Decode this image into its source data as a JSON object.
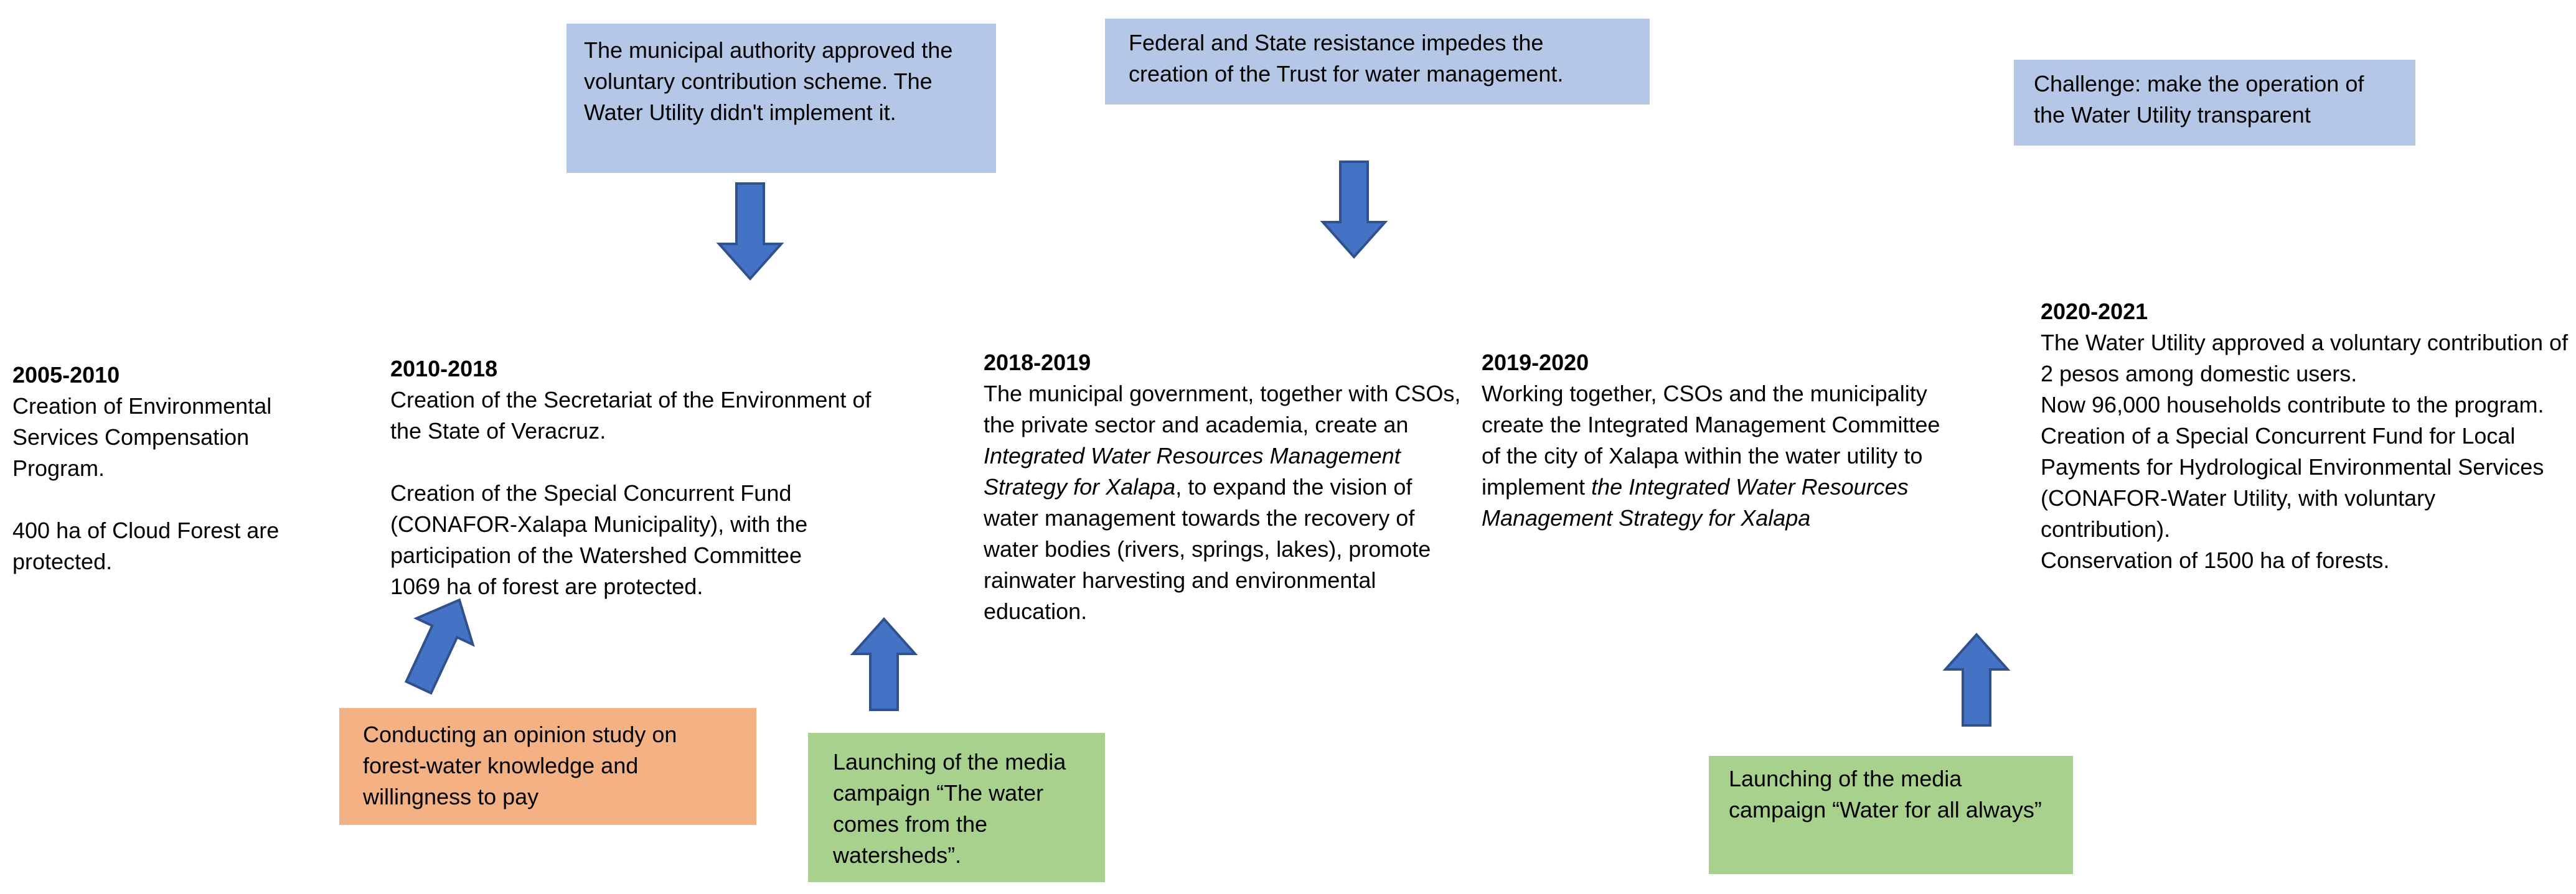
{
  "colors": {
    "note_blue": "#b4c7e7",
    "note_orange": "#f4b183",
    "note_green": "#a9d18e",
    "arrow_fill": "#4472c4",
    "arrow_stroke": "#2f528f"
  },
  "notes": {
    "municipal_authority": "The municipal authority approved the voluntary contribution scheme. The Water Utility didn't implement it.",
    "federal_state_resistance": "Federal and State resistance impedes the creation of the Trust for water management.",
    "challenge": "Challenge: make the operation of the Water Utility transparent",
    "opinion_study": "Conducting an opinion study on forest-water knowledge and willingness to pay",
    "media_campaign_watersheds": "Launching of the media campaign “The water comes from the watersheds”.",
    "media_campaign_water_for_all": "Launching of the media campaign “Water for all always”"
  },
  "timeline": {
    "p1": {
      "year": "2005-2010",
      "line1": "Creation of Environmental Services Compensation Program.",
      "line2": "400 ha of Cloud Forest are protected."
    },
    "p2": {
      "year": "2010-2018",
      "line1": "Creation of the Secretariat of the Environment of the State of Veracruz.",
      "line2": "Creation of the  Special Concurrent Fund (CONAFOR-Xalapa Municipality), with the participation of the Watershed Committee",
      "line3": "1069 ha of forest are protected."
    },
    "p3": {
      "year": "2018-2019",
      "text_a": "The municipal government, together with CSOs, the private sector and academia, create an ",
      "text_b": "Integrated Water Resources Management Strategy for Xalapa",
      "text_c": ", to expand the vision of water management towards the recovery of water bodies (rivers, springs, lakes), promote rainwater harvesting and environmental education."
    },
    "p4": {
      "year": "2019-2020",
      "text_a": "Working together, CSOs and the municipality create the Integrated Management Committee of the city of Xalapa within the water utility to implement ",
      "text_b": "the Integrated Water Resources Management Strategy for Xalapa"
    },
    "p5": {
      "year": "2020-2021",
      "line1": "The Water Utility approved a voluntary contribution of 2 pesos among domestic users.",
      "line2": "Now 96,000 households contribute to the program.",
      "line3": "Creation of a Special Concurrent Fund for Local Payments for Hydrological Environmental Services (CONAFOR-Water Utility, with voluntary contribution).",
      "line4": "Conservation of 1500 ha of forests."
    }
  }
}
